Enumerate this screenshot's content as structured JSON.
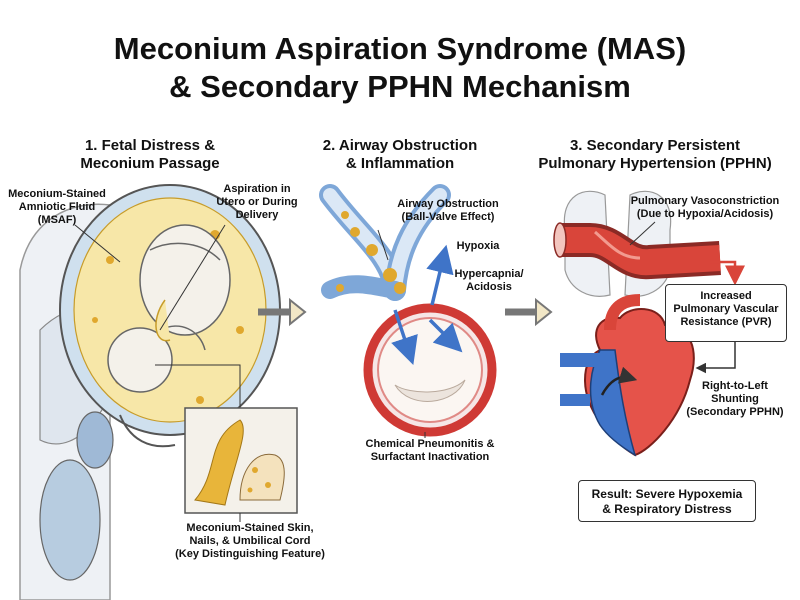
{
  "title": {
    "line1": "Meconium Aspiration Syndrome (MAS)",
    "line2": "& Secondary PPHN Mechanism"
  },
  "sections": [
    {
      "line1": "1. Fetal Distress &",
      "line2": "Meconium Passage"
    },
    {
      "line1": "2. Airway Obstruction",
      "line2": "& Inflammation"
    },
    {
      "line1": "3. Secondary Persistent",
      "line2": "Pulmonary Hypertension (PPHN)"
    }
  ],
  "panel1": {
    "msaf": [
      "Meconium-Stained",
      "Amniotic Fluid",
      "(MSAF)"
    ],
    "aspiration": [
      "Aspiration in",
      "Utero or During",
      "Delivery"
    ],
    "skin": [
      "Meconium-Stained Skin,",
      "Nails, & Umbilical Cord",
      "(Key Distinguishing Feature)"
    ]
  },
  "panel2": {
    "obstruction": [
      "Airway Obstruction",
      "(Ball-Valve Effect)"
    ],
    "hypoxia": "Hypoxia",
    "hypercapnia": [
      "Hypercapnia/",
      "Acidosis"
    ],
    "pneumonitis": [
      "Chemical Pneumonitis &",
      "Surfactant Inactivation"
    ]
  },
  "panel3": {
    "vasoconstriction": [
      "Pulmonary Vasoconstriction",
      "(Due to Hypoxia/Acidosis)"
    ],
    "pvr": [
      "Increased",
      "Pulmonary Vascular",
      "Resistance (PVR)"
    ],
    "shunt": [
      "Right-to-Left",
      "Shunting",
      "(Secondary PPHN)"
    ],
    "result": [
      "Result: Severe Hypoxemia",
      "& Respiratory Distress"
    ]
  },
  "colors": {
    "meconium": "#f2c94c",
    "artery_red": "#d9453a",
    "vein_blue": "#3f74c8",
    "outline": "#333333",
    "uterus_fill": "#cfe0ee"
  }
}
